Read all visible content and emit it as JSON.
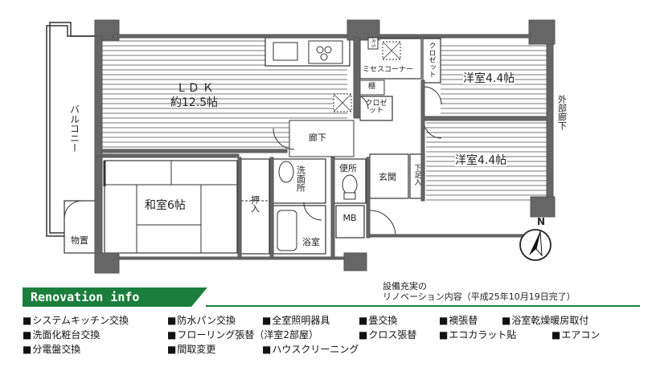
{
  "rooms": {
    "ldk_title": "LＤＫ",
    "ldk_size": "約12.5帖",
    "washitsu": "和室6帖",
    "yoshitsu1": "洋室4.4帖",
    "yoshitsu2": "洋室4.4帖",
    "balcony": "バルコニー",
    "monooki": "物置",
    "oshiire": "押入",
    "senmen": "洗面所",
    "yokushitsu": "浴室",
    "benjo": "便所",
    "genkan": "玄関",
    "shitabako": "下足入",
    "roka": "廊下",
    "gaibu_roka": "外部廊下",
    "mises_corner": "ミセスコーナー",
    "closet1": "クロゼット",
    "closet2": "クロゼット",
    "tana": "棚",
    "mb": "MB",
    "rs_mark": "R S",
    "north": "N"
  },
  "renovation": {
    "title": "Renovation info",
    "note_line1": "設備充実の",
    "note_line2": "リノベーション内容（平成25年10月19日完了）",
    "items": [
      "システムキッチン交換",
      "防水パン交換",
      "全室照明器具",
      "畳交換",
      "襖張替",
      "浴室乾燥暖房取付",
      "洗面化粧台交換",
      "フローリング張替（洋室2部屋）",
      "クロス張替",
      "エコカラット貼",
      "エアコン",
      "分電盤交換",
      "間取変更",
      "ハウスクリーニング"
    ]
  }
}
